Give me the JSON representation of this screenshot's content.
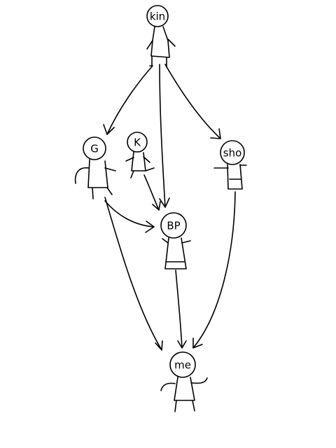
{
  "diagram": {
    "ink_color": "#000000",
    "background": "#ffffff",
    "nodes": [
      {
        "id": "kin",
        "label": "kin"
      },
      {
        "id": "g",
        "label": "G"
      },
      {
        "id": "k",
        "label": "K"
      },
      {
        "id": "sho",
        "label": "sho"
      },
      {
        "id": "bp",
        "label": "BP"
      },
      {
        "id": "me",
        "label": "me"
      }
    ],
    "edges": [
      {
        "from": "kin",
        "to": "g"
      },
      {
        "from": "kin",
        "to": "bp"
      },
      {
        "from": "kin",
        "to": "sho"
      },
      {
        "from": "g",
        "to": "bp"
      },
      {
        "from": "k",
        "to": "bp"
      },
      {
        "from": "g",
        "to": "me"
      },
      {
        "from": "bp",
        "to": "me"
      },
      {
        "from": "sho",
        "to": "me"
      }
    ]
  }
}
